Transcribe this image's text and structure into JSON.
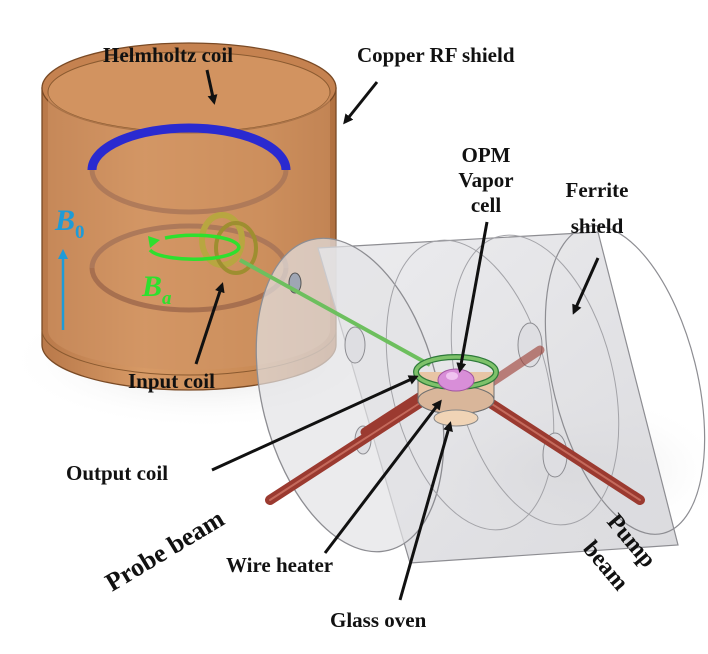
{
  "labels": {
    "helmholtz_coil": "Helmholtz coil",
    "copper_rf_shield": "Copper RF shield",
    "opm_vapor_cell": [
      "OPM",
      "Vapor",
      "cell"
    ],
    "ferrite_shield": [
      "Ferrite",
      "shield"
    ],
    "b0_symbol": "B",
    "b0_subscript": "0",
    "ba_symbol": "B",
    "ba_subscript": "a",
    "input_coil": "Input coil",
    "output_coil": "Output coil",
    "probe_beam": "Probe beam",
    "wire_heater": "Wire heater",
    "glass_oven": "Glass oven",
    "pump_beam": [
      "Pump",
      "beam"
    ]
  },
  "colors": {
    "copper_shield": "#c98a55",
    "helmholtz_coil": "#2a2ad0",
    "b0_label": "#1e9bd7",
    "ba_label": "#2ee02e",
    "input_coil": "#b8a640",
    "beam": "#9b3a30",
    "output_coil": "#7ec26a",
    "vapor_cell": "#d88ed8"
  }
}
